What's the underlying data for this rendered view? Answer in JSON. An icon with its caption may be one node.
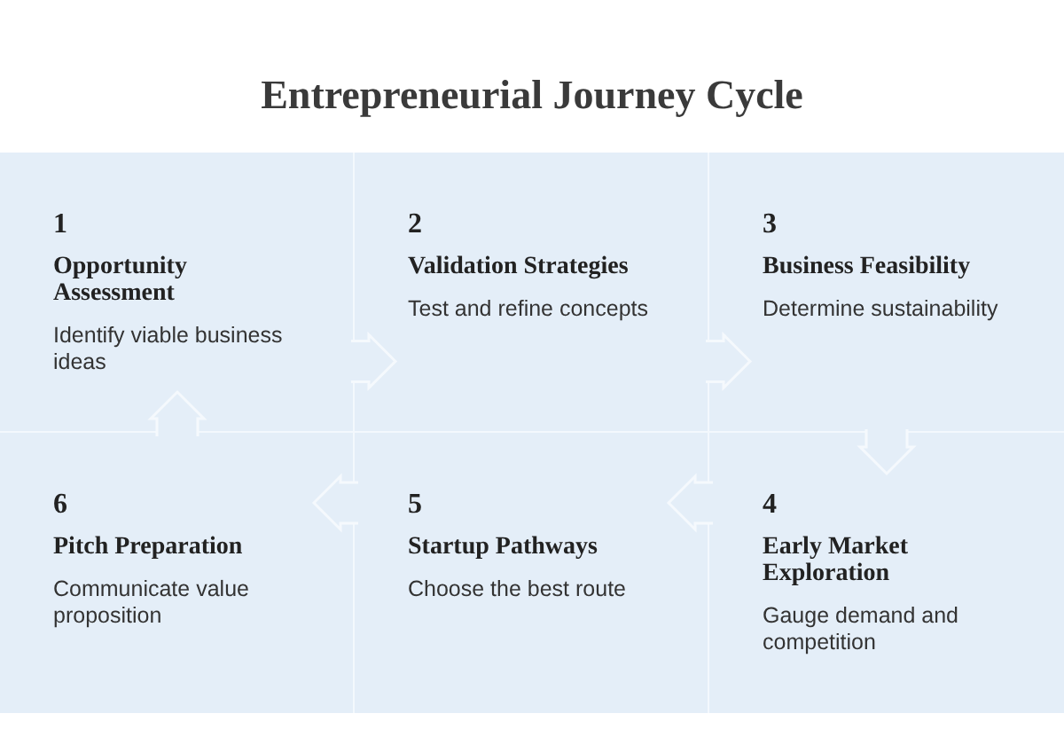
{
  "diagram": {
    "title": "Entrepreneurial Journey Cycle",
    "nodes": [
      {
        "text": [
          "1",
          "Opportunity Assessment",
          "Identify viable business ideas"
        ]
      },
      {
        "text": [
          "2",
          "Validation Strategies",
          "Test and refine concepts"
        ]
      },
      {
        "text": [
          "3",
          "Business Feasibility",
          "Determine sustainability"
        ]
      },
      {
        "text": [
          "4",
          "Early Market Exploration",
          "Gauge demand and competition"
        ]
      },
      {
        "text": [
          "5",
          "Startup Pathways",
          "Choose the best route"
        ]
      },
      {
        "text": [
          "6",
          "Pitch Preparation",
          "Communicate value proposition"
        ]
      }
    ],
    "edges": [
      {
        "from": 0,
        "to": 1,
        "arrow": "to"
      },
      {
        "from": 1,
        "to": 2,
        "arrow": "to"
      },
      {
        "from": 2,
        "to": 3,
        "arrow": "to"
      },
      {
        "from": 3,
        "to": 4,
        "arrow": "to"
      },
      {
        "from": 4,
        "to": 5,
        "arrow": "to"
      },
      {
        "from": 5,
        "to": 0,
        "arrow": "to"
      }
    ]
  }
}
